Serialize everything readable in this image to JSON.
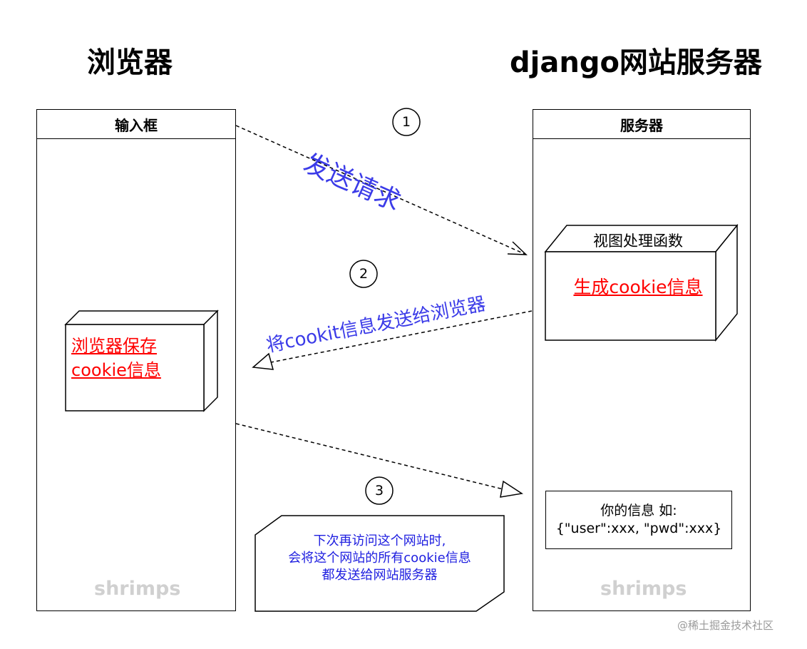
{
  "titles": {
    "browser": "浏览器",
    "server": "django网站服务器"
  },
  "lanes": {
    "browser_header": "输入框",
    "server_header": "服务器",
    "watermark": "shrimps"
  },
  "browser_box": {
    "line1": "浏览器保存",
    "line2": "cookie信息"
  },
  "view_box": {
    "label": "视图处理函数",
    "action": "生成cookie信息"
  },
  "steps": {
    "s1": "1",
    "s2": "2",
    "s3": "3"
  },
  "arrow_labels": {
    "send_request": "发送请求",
    "send_cookie": "将cookit信息发送给浏览器"
  },
  "note": {
    "line1": "下次再访问这个网站时,",
    "line2": "会将这个网站的所有cookie信息",
    "line3": "都发送给网站服务器"
  },
  "info_box": {
    "line1": "你的信息 如:",
    "line2": "{\"user\":xxx, \"pwd\":xxx}"
  },
  "footer": "@稀土掘金技术社区",
  "colors": {
    "red": "#ff0000",
    "blue": "#3b3be8",
    "watermark": "#d0d0d0"
  }
}
